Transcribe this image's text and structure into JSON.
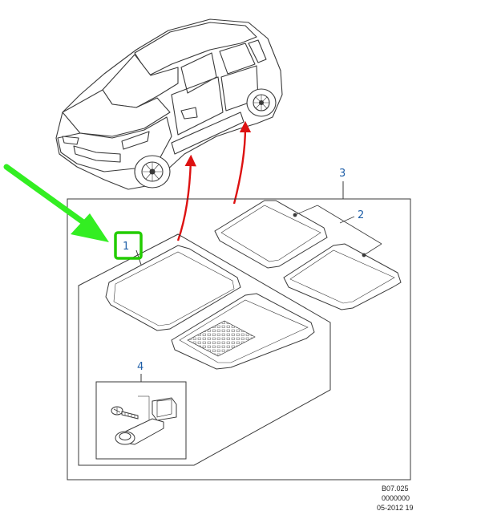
{
  "callouts": {
    "one": "1",
    "two": "2",
    "three": "3",
    "four": "4"
  },
  "reference": {
    "line1": "B07.025",
    "line2": "0000000",
    "line3": "05-2012 19"
  },
  "colors": {
    "line": "#3a3a3a",
    "callout_text": "#1f5fa8",
    "highlight_border": "#22cc00",
    "pointer_arrow": "#33ee22",
    "install_arrow": "#dd1111"
  }
}
